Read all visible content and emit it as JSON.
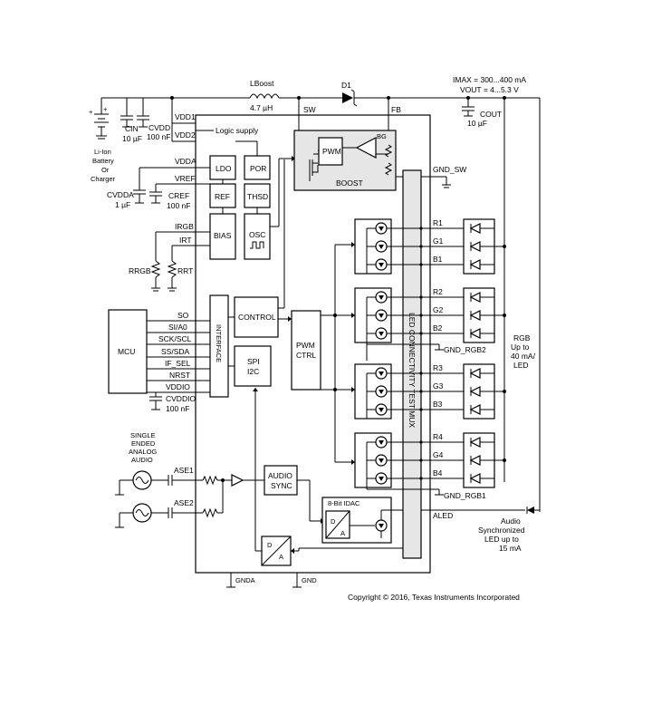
{
  "labels": {
    "lboost": "LBoost",
    "lboost_val": "4.7 µH",
    "d1": "D1",
    "imax": "IMAX = 300...400 mA",
    "vout": "VOUT = 4...5.3 V",
    "cout": "COUT",
    "cout_val": "10 µF",
    "cin": "CIN",
    "cin_val": "10 µF",
    "cvdd": "CVDD",
    "cvdd_val": "100 nF",
    "battery": [
      "Li-Ion",
      "Battery",
      "Or",
      "Charger"
    ],
    "vdd1": "VDD1",
    "vdd2": "VDD2",
    "logic_supply": "Logic supply",
    "vdda": "VDDA",
    "vref": "VREF",
    "cvdda": "CVDDA",
    "cvdda_val": "1 µF",
    "cref": "CREF",
    "cref_val": "100 nF",
    "irgb": "IRGB",
    "irt": "IRT",
    "rrgb": "RRGB",
    "rrt": "RRT",
    "sw": "SW",
    "fb": "FB",
    "gnd_sw": "GND_SW",
    "gnd_rgb2": "GND_RGB2",
    "gnd_rgb1": "GND_RGB1",
    "aled": "ALED",
    "gnda": "GNDA",
    "gnd": "GND",
    "mcu": "MCU",
    "cvddio": "CVDDIO",
    "cvddio_val": "100 nF",
    "rgb_note": [
      "RGB",
      "Up to",
      "40 mA/",
      "LED"
    ],
    "audio_note": [
      "Audio",
      "Synchronized",
      "LED up to",
      "15 mA"
    ],
    "analog_note": [
      "SINGLE",
      "ENDED",
      "ANALOG",
      "AUDIO"
    ],
    "ase1": "ASE1",
    "ase2": "ASE2",
    "copyright": "Copyright © 2016, Texas Instruments Incorporated"
  },
  "blocks": {
    "ldo": "LDO",
    "por": "POR",
    "ref": "REF",
    "thsd": "THSD",
    "bias": "BIAS",
    "osc": "OSC",
    "pwm": "PWM",
    "bg": "BG",
    "boost": "BOOST",
    "control": "CONTROL",
    "spi": "SPI",
    "i2c": "I2C",
    "interface": "INTERFACE",
    "pwm_ctrl_1": "PWM",
    "pwm_ctrl_2": "CTRL",
    "mux": "LED CONNECTIVITY TEST MUX",
    "audio_sync_1": "AUDIO",
    "audio_sync_2": "SYNC",
    "idac": "8-Bit IDAC",
    "d": "D",
    "a": "A"
  },
  "mcu_pins": [
    "SO",
    "SI/A0",
    "SCK/SCL",
    "SS/SDA",
    "IF_SEL",
    "NRST",
    "VDDIO"
  ],
  "led_channels": [
    [
      "R1",
      "G1",
      "B1"
    ],
    [
      "R2",
      "G2",
      "B2"
    ],
    [
      "R3",
      "G3",
      "B3"
    ],
    [
      "R4",
      "G4",
      "B4"
    ]
  ]
}
